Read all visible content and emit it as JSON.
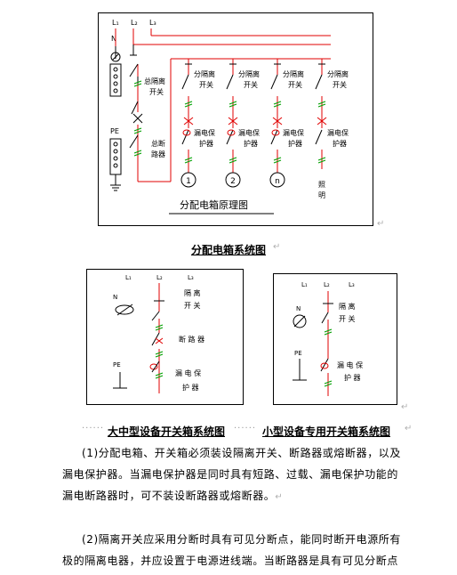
{
  "diagram1": {
    "phase_labels": [
      "L₁",
      "L₂",
      "L₃"
    ],
    "neutral_label": "N",
    "earth_label": "PE",
    "main_isolator_label": [
      "总隔离",
      "开关"
    ],
    "main_breaker_label": [
      "总断",
      "路器"
    ],
    "branch_isolator_label": [
      "分隔离",
      "开关"
    ],
    "branch_rcd_label": [
      "漏电保",
      "护器"
    ],
    "circuit_labels": [
      "1",
      "2",
      "n"
    ],
    "lighting_label": [
      "照",
      "明"
    ],
    "title": "分配电箱原理图"
  },
  "caption1": "分配电箱系统图",
  "diagram2": {
    "phase_labels": [
      "L₁",
      "L₂",
      "L₃"
    ],
    "neutral_label": "N",
    "earth_label": "PE",
    "isolator_label": [
      "隔 离",
      "开 关"
    ],
    "breaker_label": "断 路 器",
    "rcd_label": [
      "漏 电 保",
      "护 器"
    ]
  },
  "diagram3": {
    "phase_labels": [
      "L₁",
      "L₂",
      "L₃"
    ],
    "neutral_label": "N",
    "earth_label": "PE",
    "isolator_label": [
      "隔 离",
      "开 关"
    ],
    "rcd_label": [
      "漏 电 保",
      "护 器"
    ]
  },
  "caption2": "大中型设备开关箱系统图",
  "caption3": "小型设备专用开关箱系统图",
  "paragraphs": [
    [
      "(1)分配电箱、开关箱必须装设隔离开关、断路器或熔断器，以及",
      "漏电保护器。当漏电保护器是同时具有短路、过载、漏电保护功能的",
      "漏电断路器时，可不装设断路器或熔断器。"
    ],
    [
      "(2)隔离开关应采用分断时具有可见分断点，能同时断开电源所有",
      "极的隔离电器，并应设置于电源进线端。当断路器是具有可见分断点"
    ]
  ]
}
